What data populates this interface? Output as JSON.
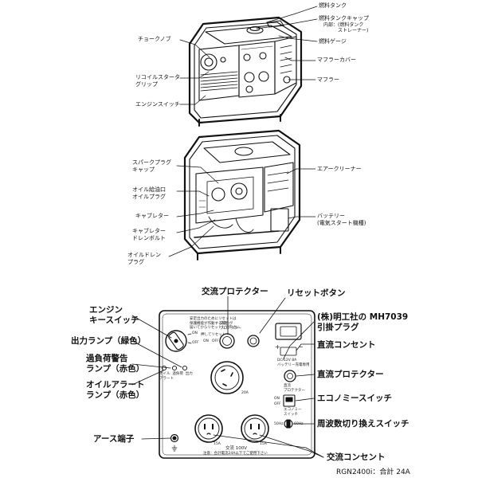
{
  "top_labels": {
    "fuel_tank": "燃料タンク",
    "fuel_tank_cap": "燃料タンクキャップ",
    "fuel_tank_cap_note": "内部：(燃料タンク\n　　　ストレーナー)",
    "fuel_gauge": "燃料ゲージ",
    "choke_knob": "チョークノブ",
    "muffler_cover": "マフラーカバー",
    "recoil_starter_grip": "リコイルスタータ\nグリップ",
    "muffler": "マフラー",
    "engine_switch": "エンジンスイッチ"
  },
  "middle_labels": {
    "spark_plug_cap": "スパークプラグ\nキャップ",
    "air_cleaner": "エアークリーナー",
    "oil_filler": "オイル給油口\nオイルプラグ",
    "carburetor": "キャブレター",
    "battery": "バッテリー\n(電気スタート機種)",
    "carburetor_drain_bolt": "キャブレター\nドレンボルト",
    "oil_drain_plug": "オイルドレン\nプラグ"
  },
  "panel_callouts": {
    "ac_protector": "交流プロテクター",
    "reset_button": "リセットボタン",
    "engine_key_switch": "エンジン\nキースイッチ",
    "output_lamp": "出力ランプ（緑色）",
    "meiko_plug": "(株)明工社の MH7039\n引掛プラグ",
    "overload_lamp": "過負荷警告\nランプ（赤色）",
    "dc_outlet": "直流コンセント",
    "oil_alert_lamp": "オイルアラート\nランプ（赤色）",
    "dc_protector": "直流プロテクター",
    "economy_switch": "エコノミースイッチ",
    "frequency_switch": "周波数切り換えスイッチ",
    "earth_terminal": "アース端子",
    "ac_outlet": "交流コンセント"
  },
  "panel_text": {
    "key_warning": "安定出力のためにリセットは\n保護機能が作動する場合が\n届いてからリセットして下さい",
    "key_on": "ON",
    "key_off": "OFF",
    "protector_label": "交流\nプロテクター",
    "push_reset": "押してリセット",
    "sw_on": "ON",
    "sw_off": "OFF",
    "lamp_labels": "オイル  過負荷  出力\nアラート",
    "dc_spec": "DC 12V 8A\nバッテリー充電専用",
    "dc_protector_label": "直流\nプロテクター",
    "eco_label": "エコノミー\nスイッチ",
    "eco_on": "ON",
    "eco_off": "OFF",
    "hz50": "50Hz",
    "hz60": "60Hz",
    "twenty_a": "20A",
    "fifteen_a_left": "15A",
    "fifteen_a_right": "15A",
    "ac_100v": "交流 100V",
    "ac_note": "注意：合計電流24A以下でご使用下さい",
    "plus": "+",
    "minus": "−"
  },
  "footer": "RGN2400i：合計 24A"
}
